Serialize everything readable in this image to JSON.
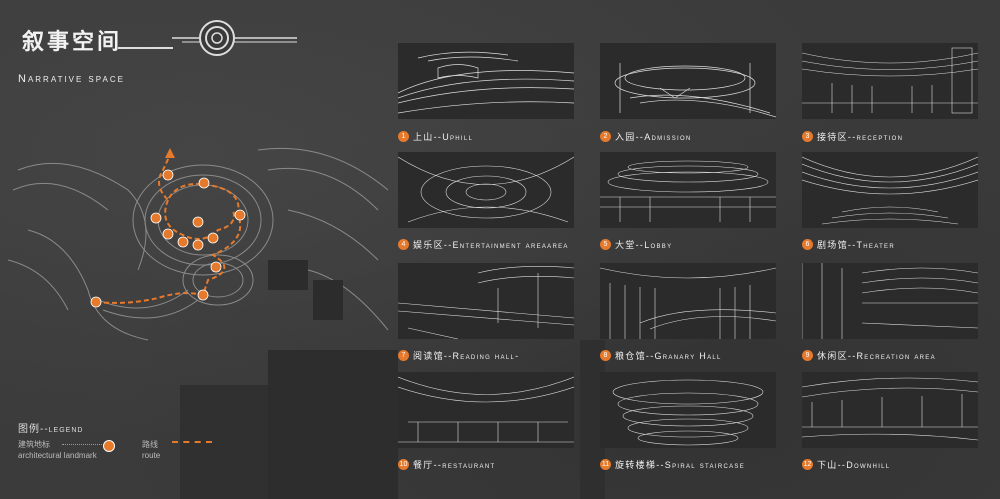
{
  "header": {
    "title_cn": "叙事空间",
    "title_en": "Narrative space"
  },
  "legend": {
    "title": "图例--legend",
    "landmark_cn": "建筑地标",
    "landmark_en": "architectural landmark",
    "route_cn": "路线",
    "route_en": "route"
  },
  "colors": {
    "accent": "#e67a2c",
    "background": "#3a3a3a",
    "line": "#e8e8e8"
  },
  "sections": [
    {
      "num": "1",
      "label": "上山--Uphill"
    },
    {
      "num": "2",
      "label": "入园--Admission"
    },
    {
      "num": "3",
      "label": "接待区--reception"
    },
    {
      "num": "4",
      "label": "娱乐区--Entertainment areaarea"
    },
    {
      "num": "5",
      "label": "大堂--Lobby"
    },
    {
      "num": "6",
      "label": "剧场馆--Theater"
    },
    {
      "num": "7",
      "label": "阅读馆--Reading hall-"
    },
    {
      "num": "8",
      "label": "粮仓馆--Granary Hall"
    },
    {
      "num": "9",
      "label": "休闲区--Recreation area"
    },
    {
      "num": "10",
      "label": "餐厅--restaurant"
    },
    {
      "num": "11",
      "label": "旋转楼梯--Spiral staircase"
    },
    {
      "num": "12",
      "label": "下山--Downhill"
    }
  ]
}
